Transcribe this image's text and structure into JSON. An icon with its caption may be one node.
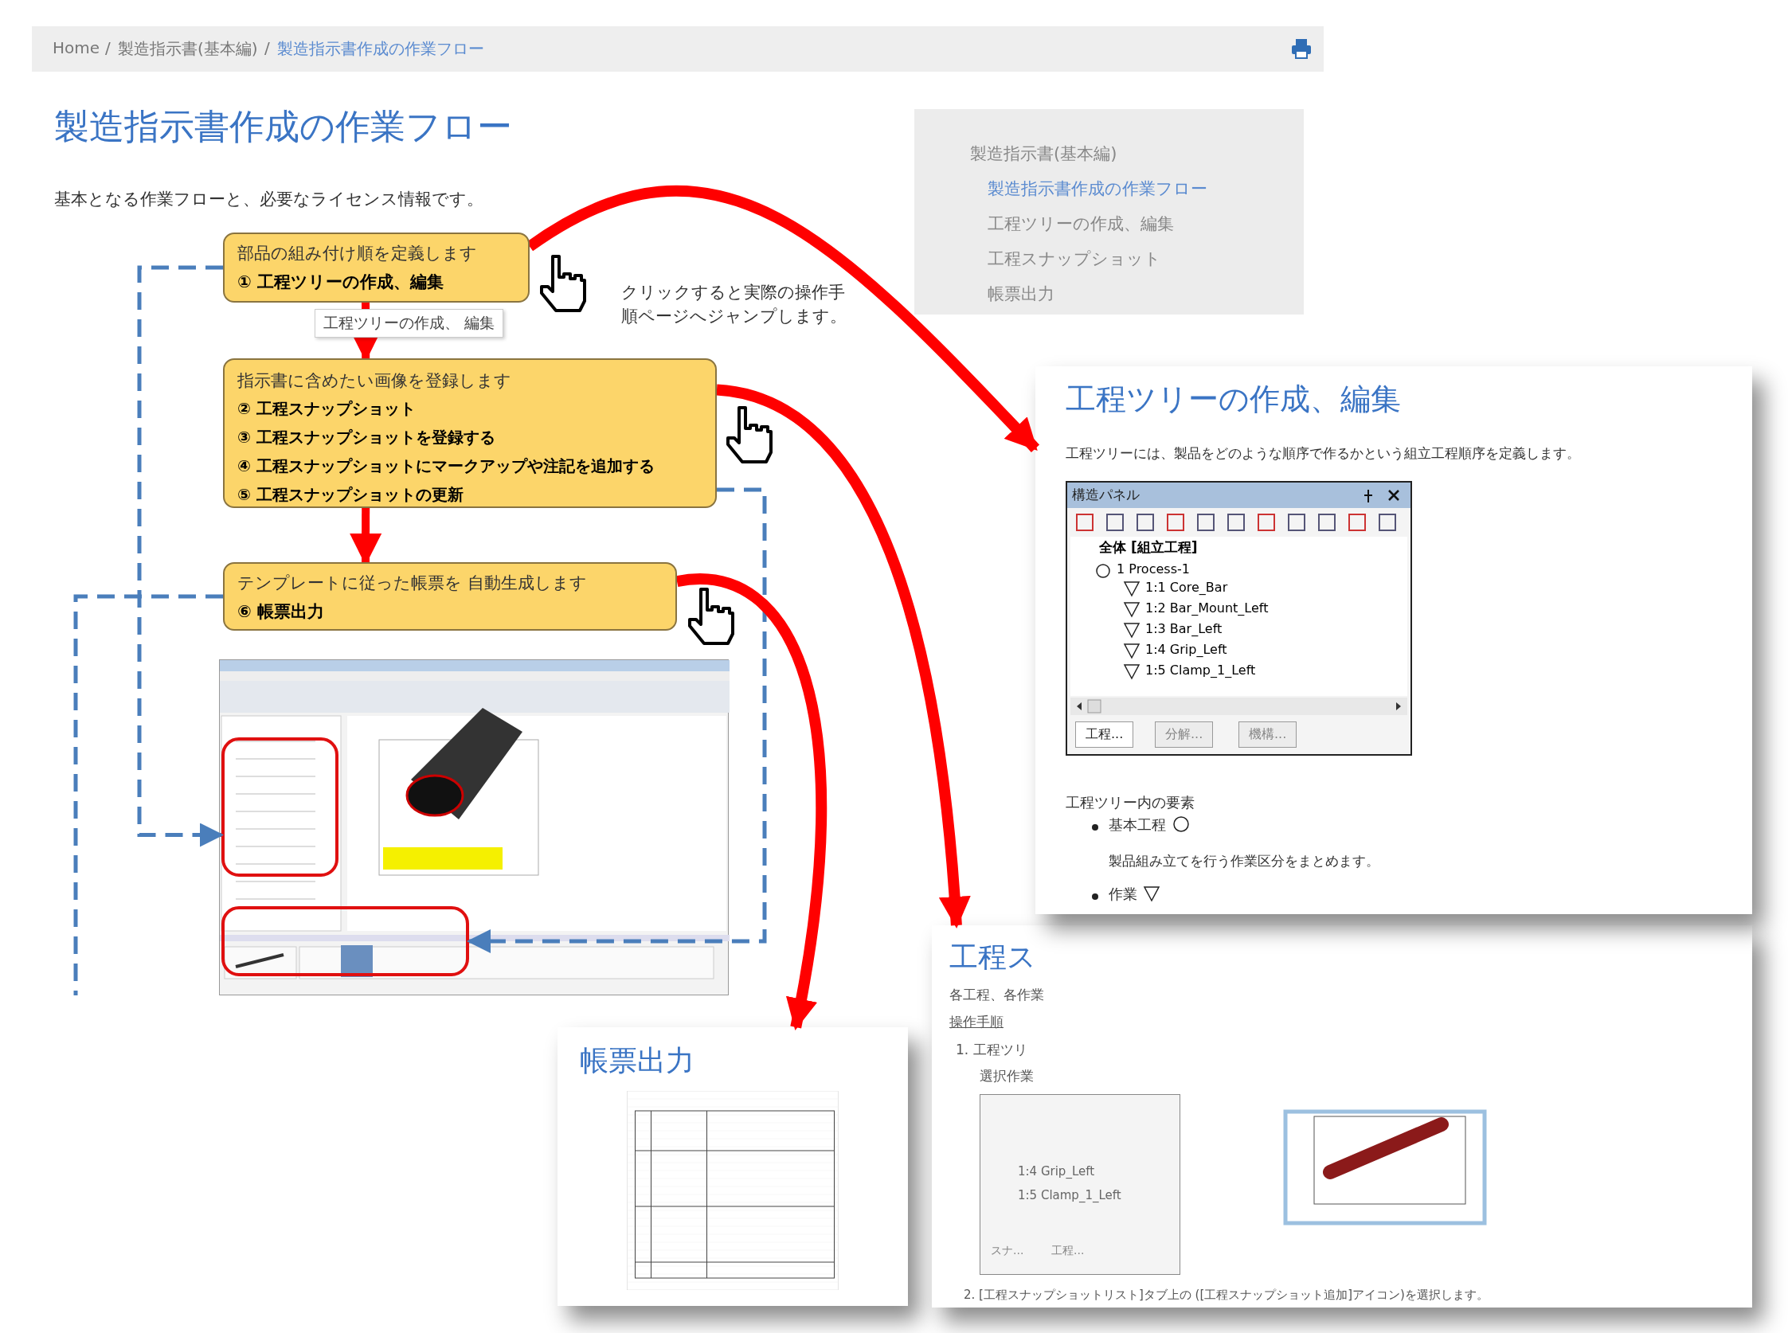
{
  "diagram": {
    "title": "製造指示書作成の作業フロー",
    "nodes": [
      {
        "text": [
          "部品の組み付け順を定義します",
          "① 工程ツリーの作成、編集"
        ],
        "beside": [
          "工程ツリーの作成、 編集"
        ]
      },
      {
        "text": [
          "指示書に含めたい画像を登録します",
          "② 工程スナップショット",
          "③ 工程スナップショットを登録する",
          "④ 工程スナップショットにマークアップや注記を追加する",
          "⑤ 工程スナップショットの更新"
        ]
      },
      {
        "text": [
          "テンプレートに従った帳票を 自動生成します",
          "⑥ 帳票出力"
        ]
      },
      {
        "text": [],
        "shape": "picture"
      },
      {
        "text": [],
        "shape": "box",
        "in": 3
      },
      {
        "text": [],
        "shape": "box",
        "in": 3
      },
      {
        "text": [
          "製造指示書(基本編)",
          "製造指示書作成の作業フロー",
          "工程ツリーの作成、編集",
          "工程スナップショット",
          "帳票出力"
        ]
      },
      {
        "text": [
          "工程ツリーの作成、編集",
          "工程ツリーには、製品をどのような順序で作るかという組立工程順序を定義します。",
          "工程ツリー内の要素",
          "基本工程",
          "製品組み立てを行う作業区分をまとめます。",
          "作業"
        ]
      },
      {
        "text": [
          "工程ス",
          "各工程、各作業",
          "操作手順",
          "1. 工程ツリ",
          "選択作業",
          "1:4 Grip_Left",
          "1:5 Clamp_1_Left",
          "スナ...",
          "工程...",
          "2. [工程スナップショットリスト]タブ上の ([工程スナップショット追加]アイコン)を選択します。"
        ]
      },
      {
        "text": [
          "帳票出力"
        ]
      },
      {
        "text": [
          "構造パネル",
          "全体 [組立工程]",
          "1 Process-1",
          "1:1 Core_Bar",
          "1:2 Bar_Mount_Left",
          "1:3 Bar_Left",
          "1:4 Grip_Left",
          "1:5 Clamp_1_Left",
          "工程...",
          "分解...",
          "機構..."
        ],
        "in": 7
      }
    ],
    "edges": [
      {
        "from": 0,
        "to": 1,
        "arrow": "to"
      },
      {
        "from": 1,
        "to": 2,
        "arrow": "to"
      },
      {
        "from": 0,
        "to": 4,
        "arrow": "to",
        "style": "dashed",
        "color": "#4a7ebb"
      },
      {
        "from": 2,
        "to": null,
        "arrow": "none",
        "style": "dashed",
        "color": "#4a7ebb"
      },
      {
        "from": 1,
        "to": 5,
        "arrow": "to",
        "style": "dashed",
        "color": "#4a7ebb"
      },
      {
        "from": 0,
        "to": 7,
        "arrow": "to"
      },
      {
        "from": 1,
        "to": 8,
        "arrow": "to"
      },
      {
        "from": 2,
        "to": 9,
        "arrow": "to"
      }
    ],
    "labels": [
      "Home",
      "/",
      "製造指示書(基本編)",
      "/",
      "製造指示書作成の作業フロー",
      "基本となる作業フローと、必要なライセンス情報です。",
      "クリックすると実際の操作手順ページへジャンプします。"
    ]
  }
}
